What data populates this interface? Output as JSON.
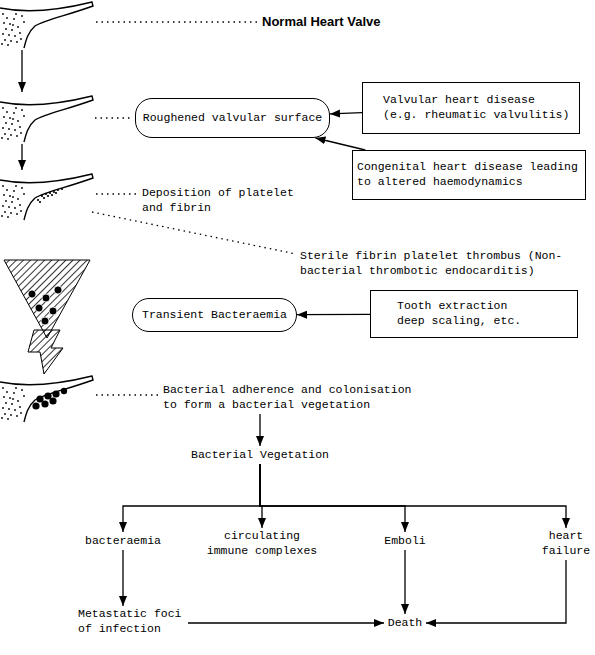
{
  "diagram": {
    "nodes": [
      {
        "text": [
          "Roughened valvular surface"
        ]
      },
      {
        "text": [
          "Valvular heart disease (e.g. rheumatic valvulitis)"
        ]
      },
      {
        "text": [
          "Congenital heart disease leading to altered haemodynamics"
        ]
      },
      {
        "text": [
          "Transient Bacteraemia"
        ]
      },
      {
        "text": [
          "Tooth extraction deep scaling, etc."
        ]
      },
      {
        "text": [
          "Bacterial adherence and colonisation to form a bacterial vegetation"
        ]
      },
      {
        "text": [
          "Bacterial Vegetation"
        ]
      },
      {
        "text": [
          "bacteraemia"
        ]
      },
      {
        "text": [
          "circulating immune complexes"
        ]
      },
      {
        "text": [
          "Emboli"
        ]
      },
      {
        "text": [
          "heart failure"
        ]
      },
      {
        "text": [
          "Metastatic foci of infection"
        ]
      },
      {
        "text": [
          "Death"
        ]
      }
    ],
    "edges": [
      {
        "from": 1,
        "to": 0,
        "arrow": "to"
      },
      {
        "from": 2,
        "to": 0,
        "arrow": "to"
      },
      {
        "from": 4,
        "to": 3,
        "arrow": "to"
      },
      {
        "from": 5,
        "to": 6,
        "arrow": "to"
      },
      {
        "from": 6,
        "to": 7,
        "arrow": "to"
      },
      {
        "from": 6,
        "to": 8,
        "arrow": "to"
      },
      {
        "from": 6,
        "to": 9,
        "arrow": "to"
      },
      {
        "from": 6,
        "to": 10,
        "arrow": "to"
      },
      {
        "from": 7,
        "to": 11,
        "arrow": "to"
      },
      {
        "from": 11,
        "to": 12,
        "arrow": "to"
      },
      {
        "from": 9,
        "to": 12,
        "arrow": "to"
      },
      {
        "from": 10,
        "to": 12,
        "arrow": "to"
      }
    ],
    "labels": [
      "Normal Heart Valve",
      "Deposition of platelet and fibrin",
      "Sterile fibrin platelet thrombus (Non-bacterial thrombotic endocarditis)"
    ]
  }
}
